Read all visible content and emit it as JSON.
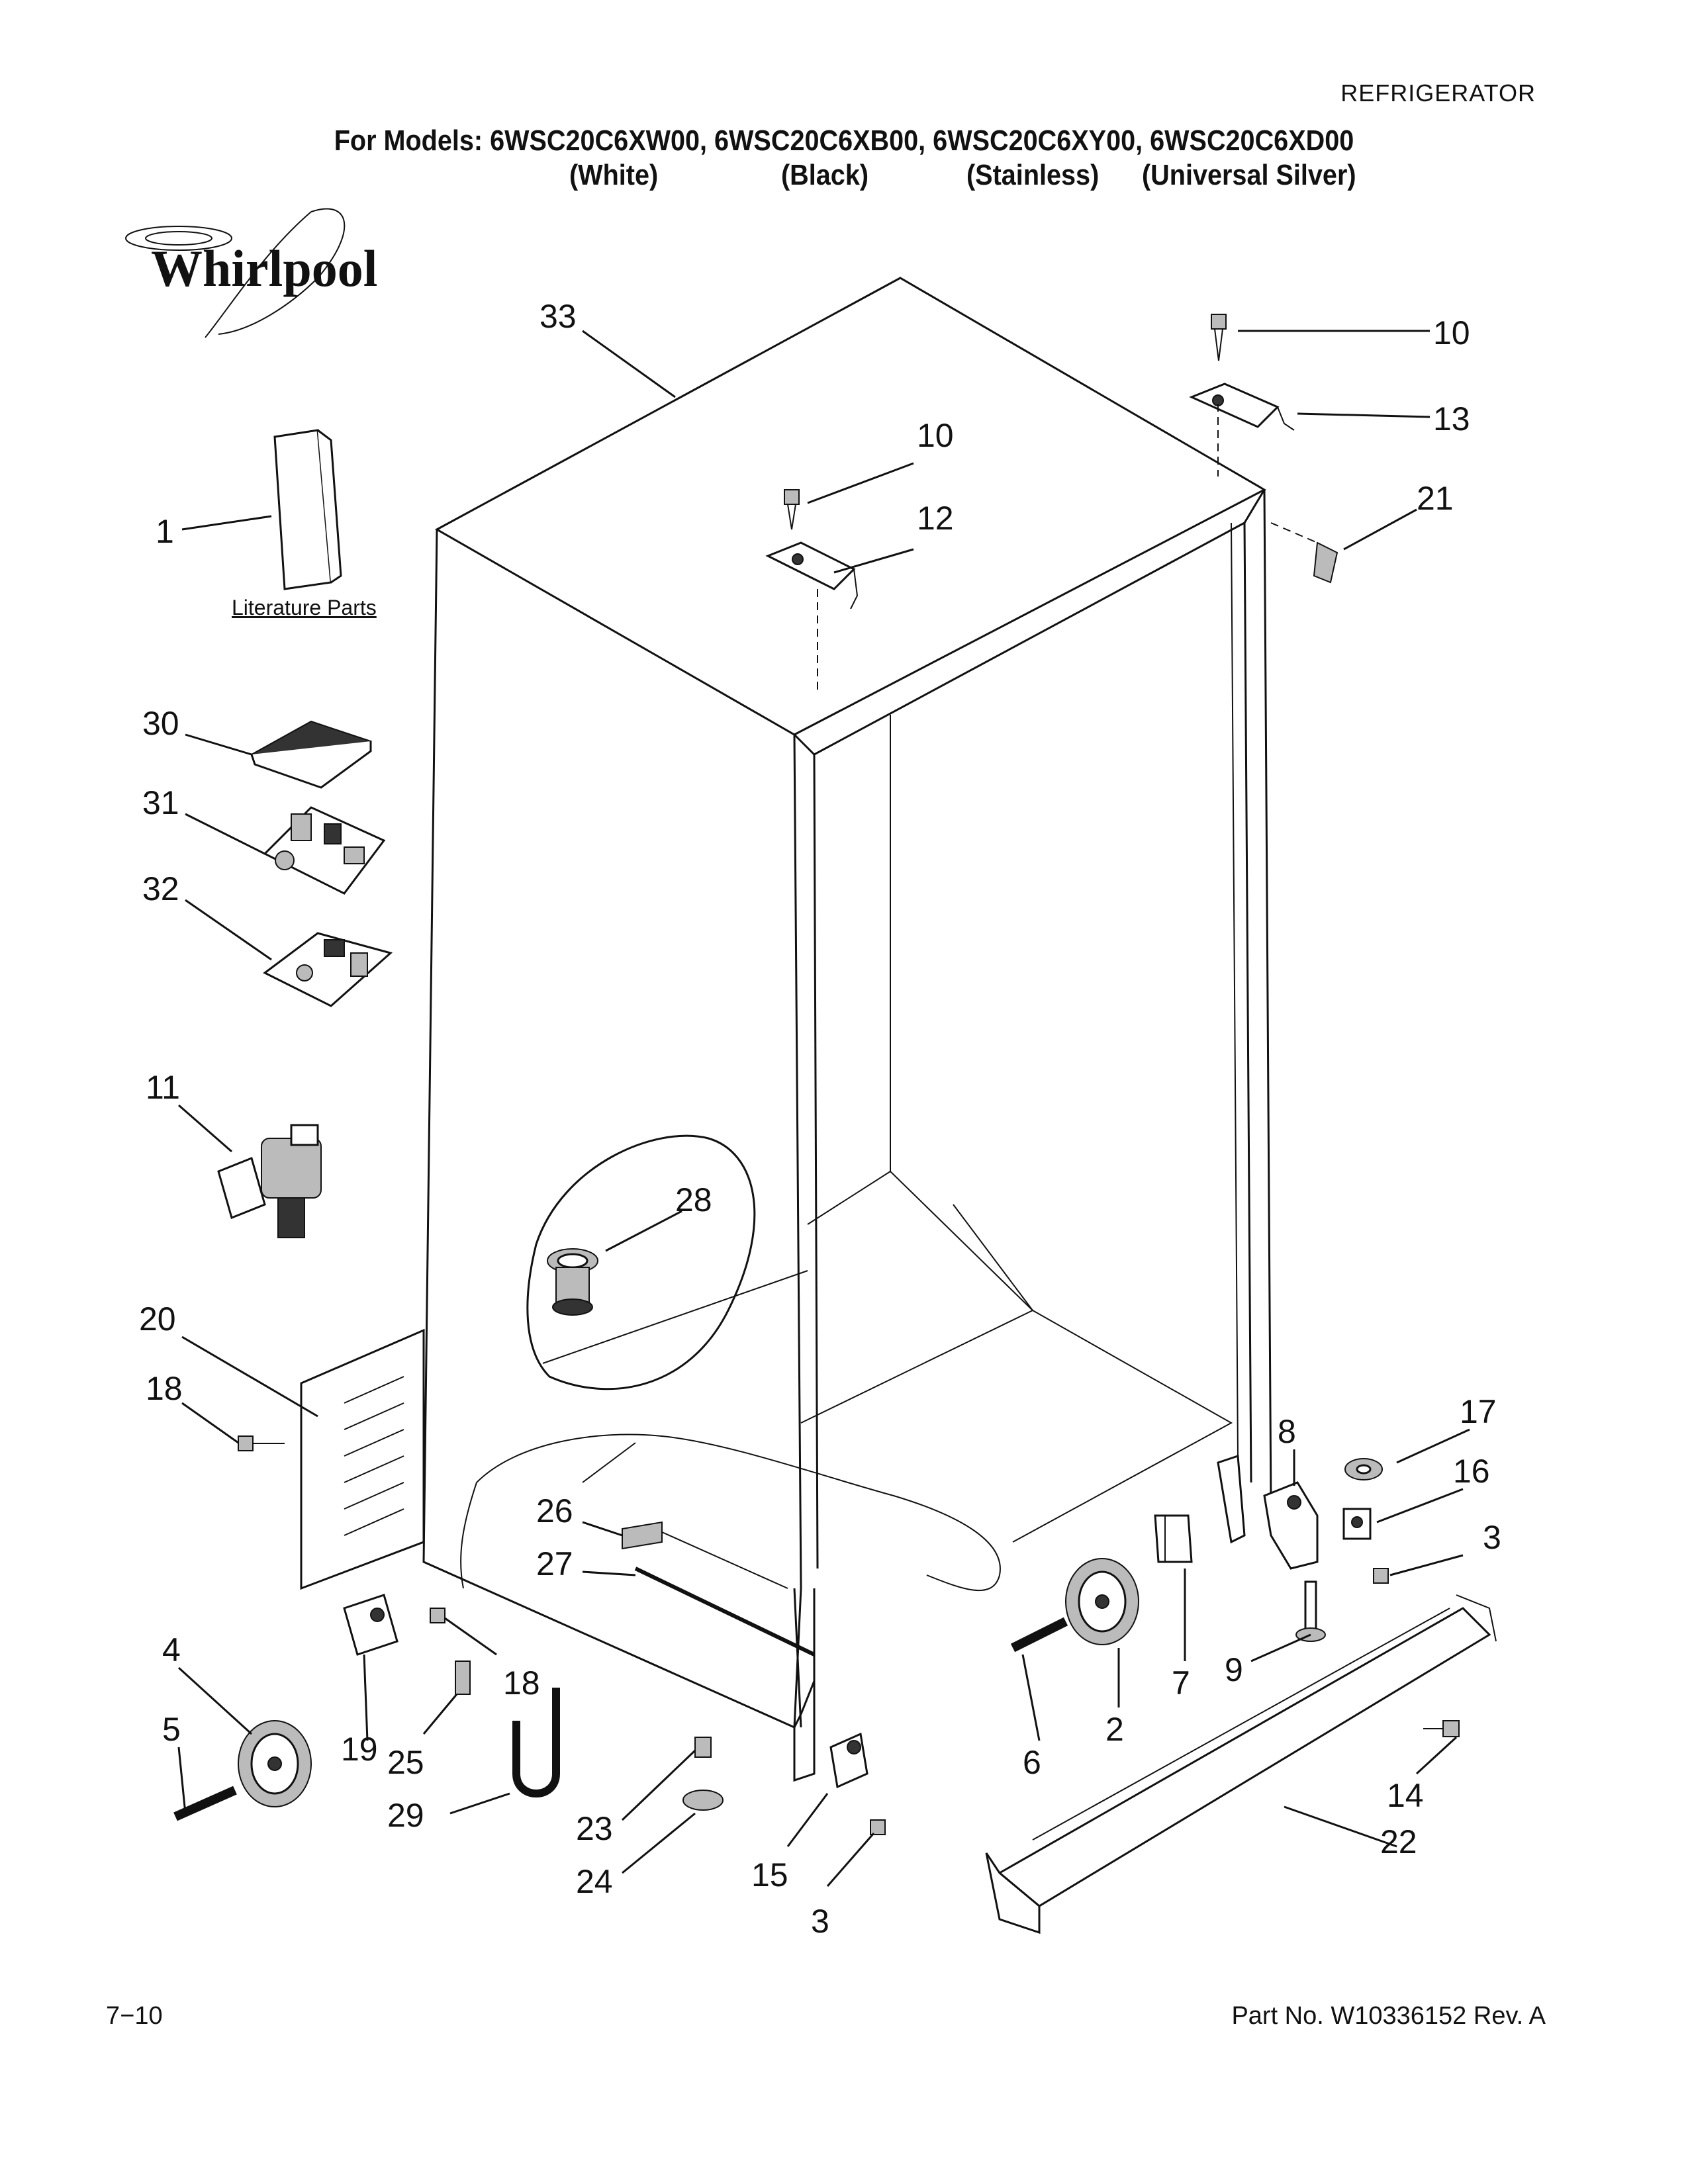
{
  "header": {
    "category": "REFRIGERATOR",
    "models_line": "For Models: 6WSC20C6XW00, 6WSC20C6XB00, 6WSC20C6XY00, 6WSC20C6XD00",
    "colors": [
      "(White)",
      "(Black)",
      "(Stainless)",
      "(Universal Silver)"
    ]
  },
  "brand": "Whirlpool",
  "literature_label": "Literature Parts",
  "footer": {
    "page": "7−10",
    "part_no": "Part No. W10336152 Rev. A"
  },
  "callouts": [
    "33",
    "10",
    "13",
    "21",
    "1",
    "10",
    "12",
    "30",
    "31",
    "32",
    "11",
    "28",
    "20",
    "18",
    "8",
    "17",
    "16",
    "3",
    "26",
    "27",
    "9",
    "4",
    "19",
    "18",
    "7",
    "14",
    "5",
    "25",
    "2",
    "6",
    "22",
    "29",
    "23",
    "24",
    "15",
    "3"
  ]
}
